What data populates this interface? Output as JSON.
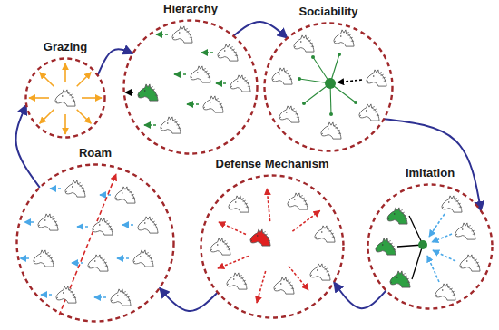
{
  "diagram": {
    "nodes": [
      {
        "text": [
          "Grazing"
        ]
      },
      {
        "text": [
          "Hierarchy"
        ]
      },
      {
        "text": [
          "Sociability"
        ]
      },
      {
        "text": [
          "Roam"
        ]
      },
      {
        "text": [
          "Defense Mechanism"
        ]
      },
      {
        "text": [
          "Imitation"
        ]
      }
    ],
    "edges": [
      {
        "from": 0,
        "to": 1,
        "arrow": "to"
      },
      {
        "from": 1,
        "to": 2,
        "arrow": "to"
      },
      {
        "from": 2,
        "to": 5,
        "arrow": "to"
      },
      {
        "from": 5,
        "to": 4,
        "arrow": "to"
      },
      {
        "from": 4,
        "to": 3,
        "arrow": "to"
      },
      {
        "from": 3,
        "to": 0,
        "arrow": "to"
      }
    ]
  }
}
